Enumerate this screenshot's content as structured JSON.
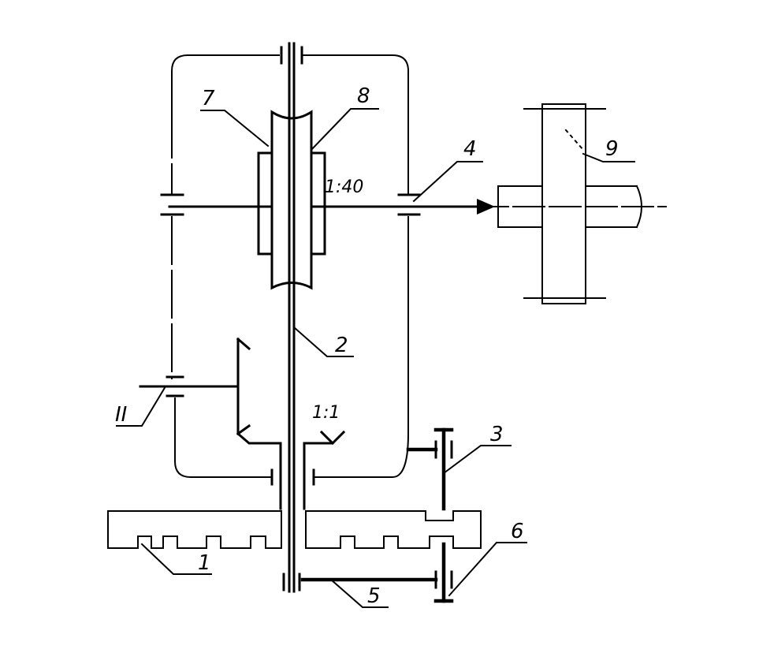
{
  "diagram": {
    "labels": {
      "l1": "1",
      "l2": "2",
      "l3": "3",
      "l4": "4",
      "l5": "5",
      "l6": "6",
      "l7": "7",
      "l8": "8",
      "l9": "9",
      "lII": "II"
    },
    "ratios": {
      "worm": "1:40",
      "bevel": "1:1"
    }
  }
}
